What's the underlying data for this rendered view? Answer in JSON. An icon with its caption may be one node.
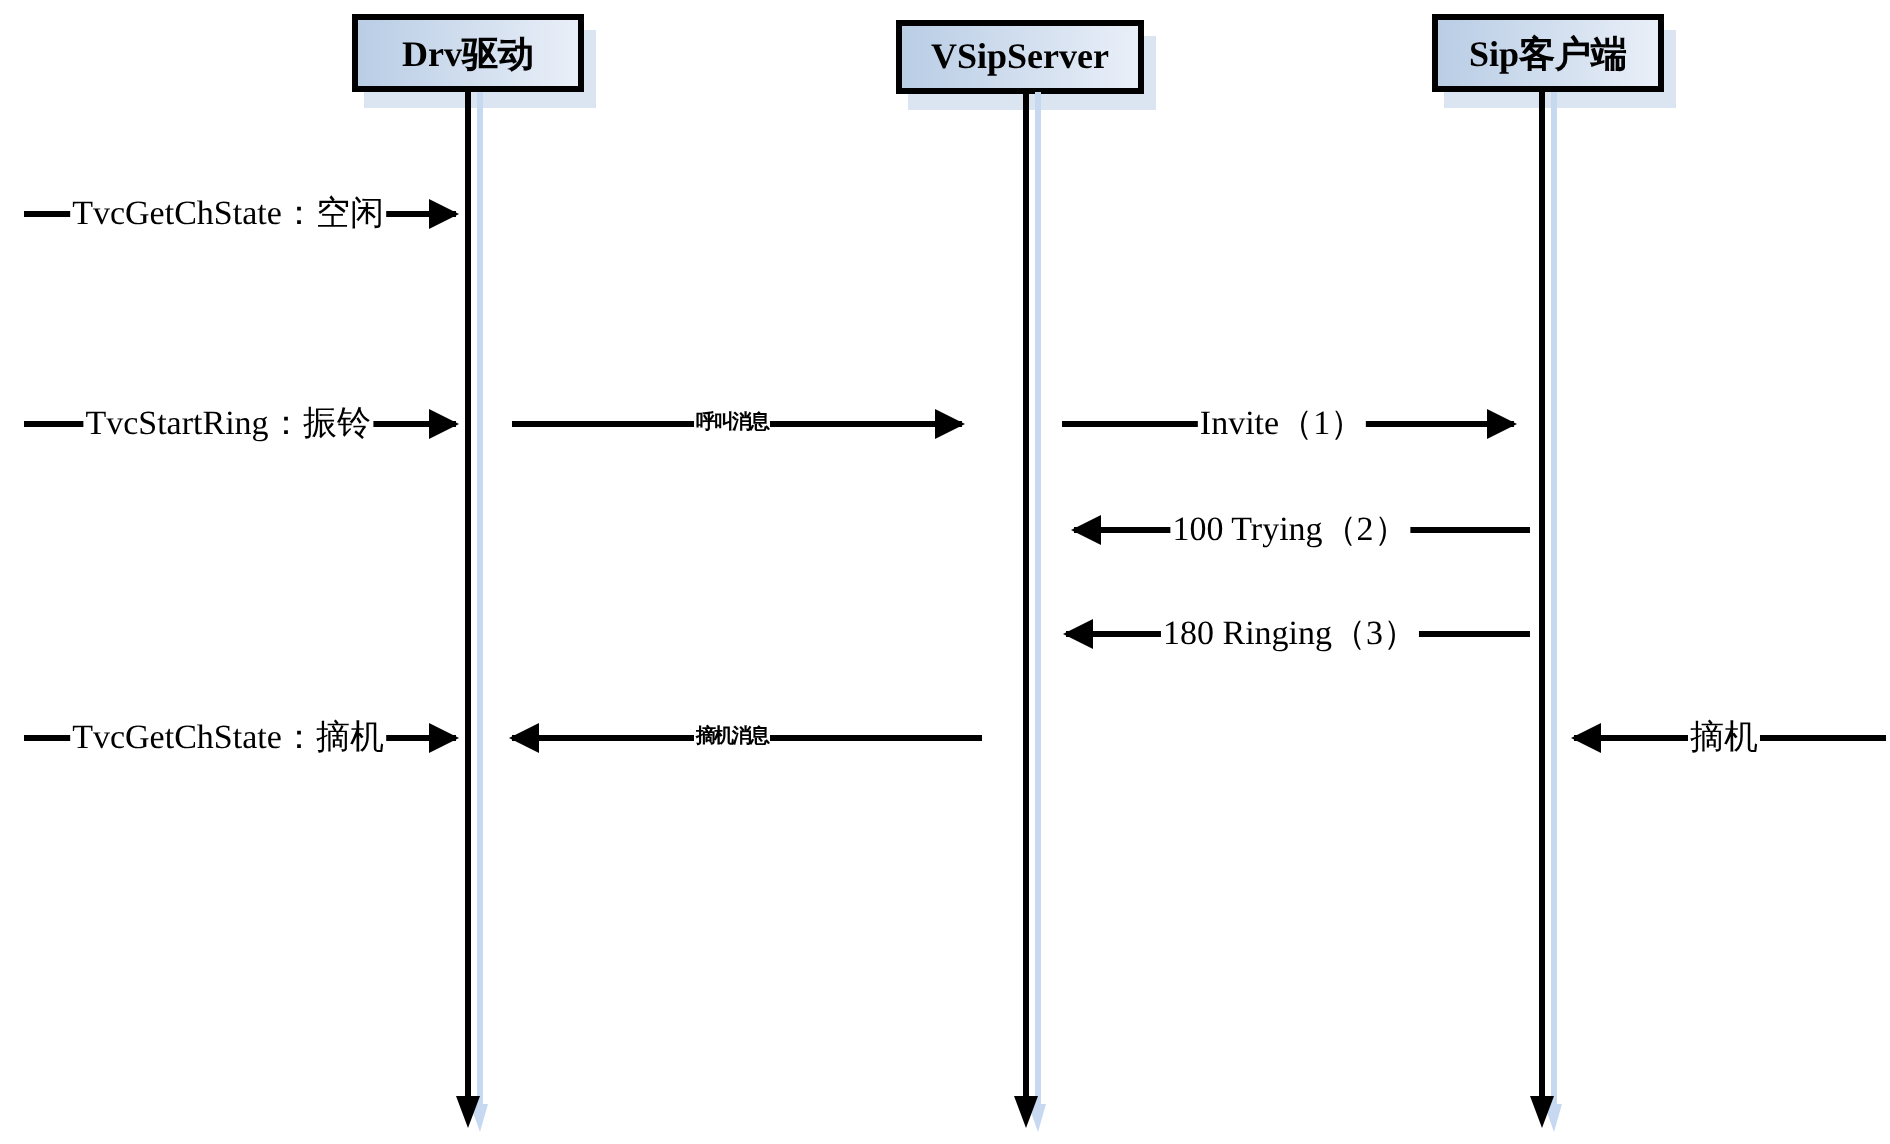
{
  "diagram": {
    "nodes": [
      {
        "text": [
          "Drv驱动"
        ]
      },
      {
        "text": [
          "VSipServer"
        ]
      },
      {
        "text": [
          "Sip客户端"
        ]
      },
      {
        "text": [],
        "shape": "bar"
      },
      {
        "text": [],
        "shape": "bar"
      },
      {
        "text": [],
        "shape": "bar"
      }
    ],
    "edges": [
      {
        "from": null,
        "to": 3,
        "arrow": "to",
        "label": "TvcGetChState：空闲"
      },
      {
        "from": null,
        "to": 3,
        "arrow": "to",
        "label": "TvcStartRing：振铃"
      },
      {
        "from": 3,
        "to": 4,
        "arrow": "to",
        "label": "呼叫消息"
      },
      {
        "from": 4,
        "to": 5,
        "arrow": "to",
        "label": "Invite（1）"
      },
      {
        "from": 5,
        "to": 4,
        "arrow": "to",
        "label": "100 Trying（2）"
      },
      {
        "from": 5,
        "to": 4,
        "arrow": "to",
        "label": "180 Ringing（3）"
      },
      {
        "from": null,
        "to": 3,
        "arrow": "to",
        "label": "TvcGetChState：摘机"
      },
      {
        "from": 4,
        "to": 3,
        "arrow": "to",
        "label": "摘机消息"
      },
      {
        "from": null,
        "to": 5,
        "arrow": "to",
        "label": "摘机"
      }
    ]
  }
}
